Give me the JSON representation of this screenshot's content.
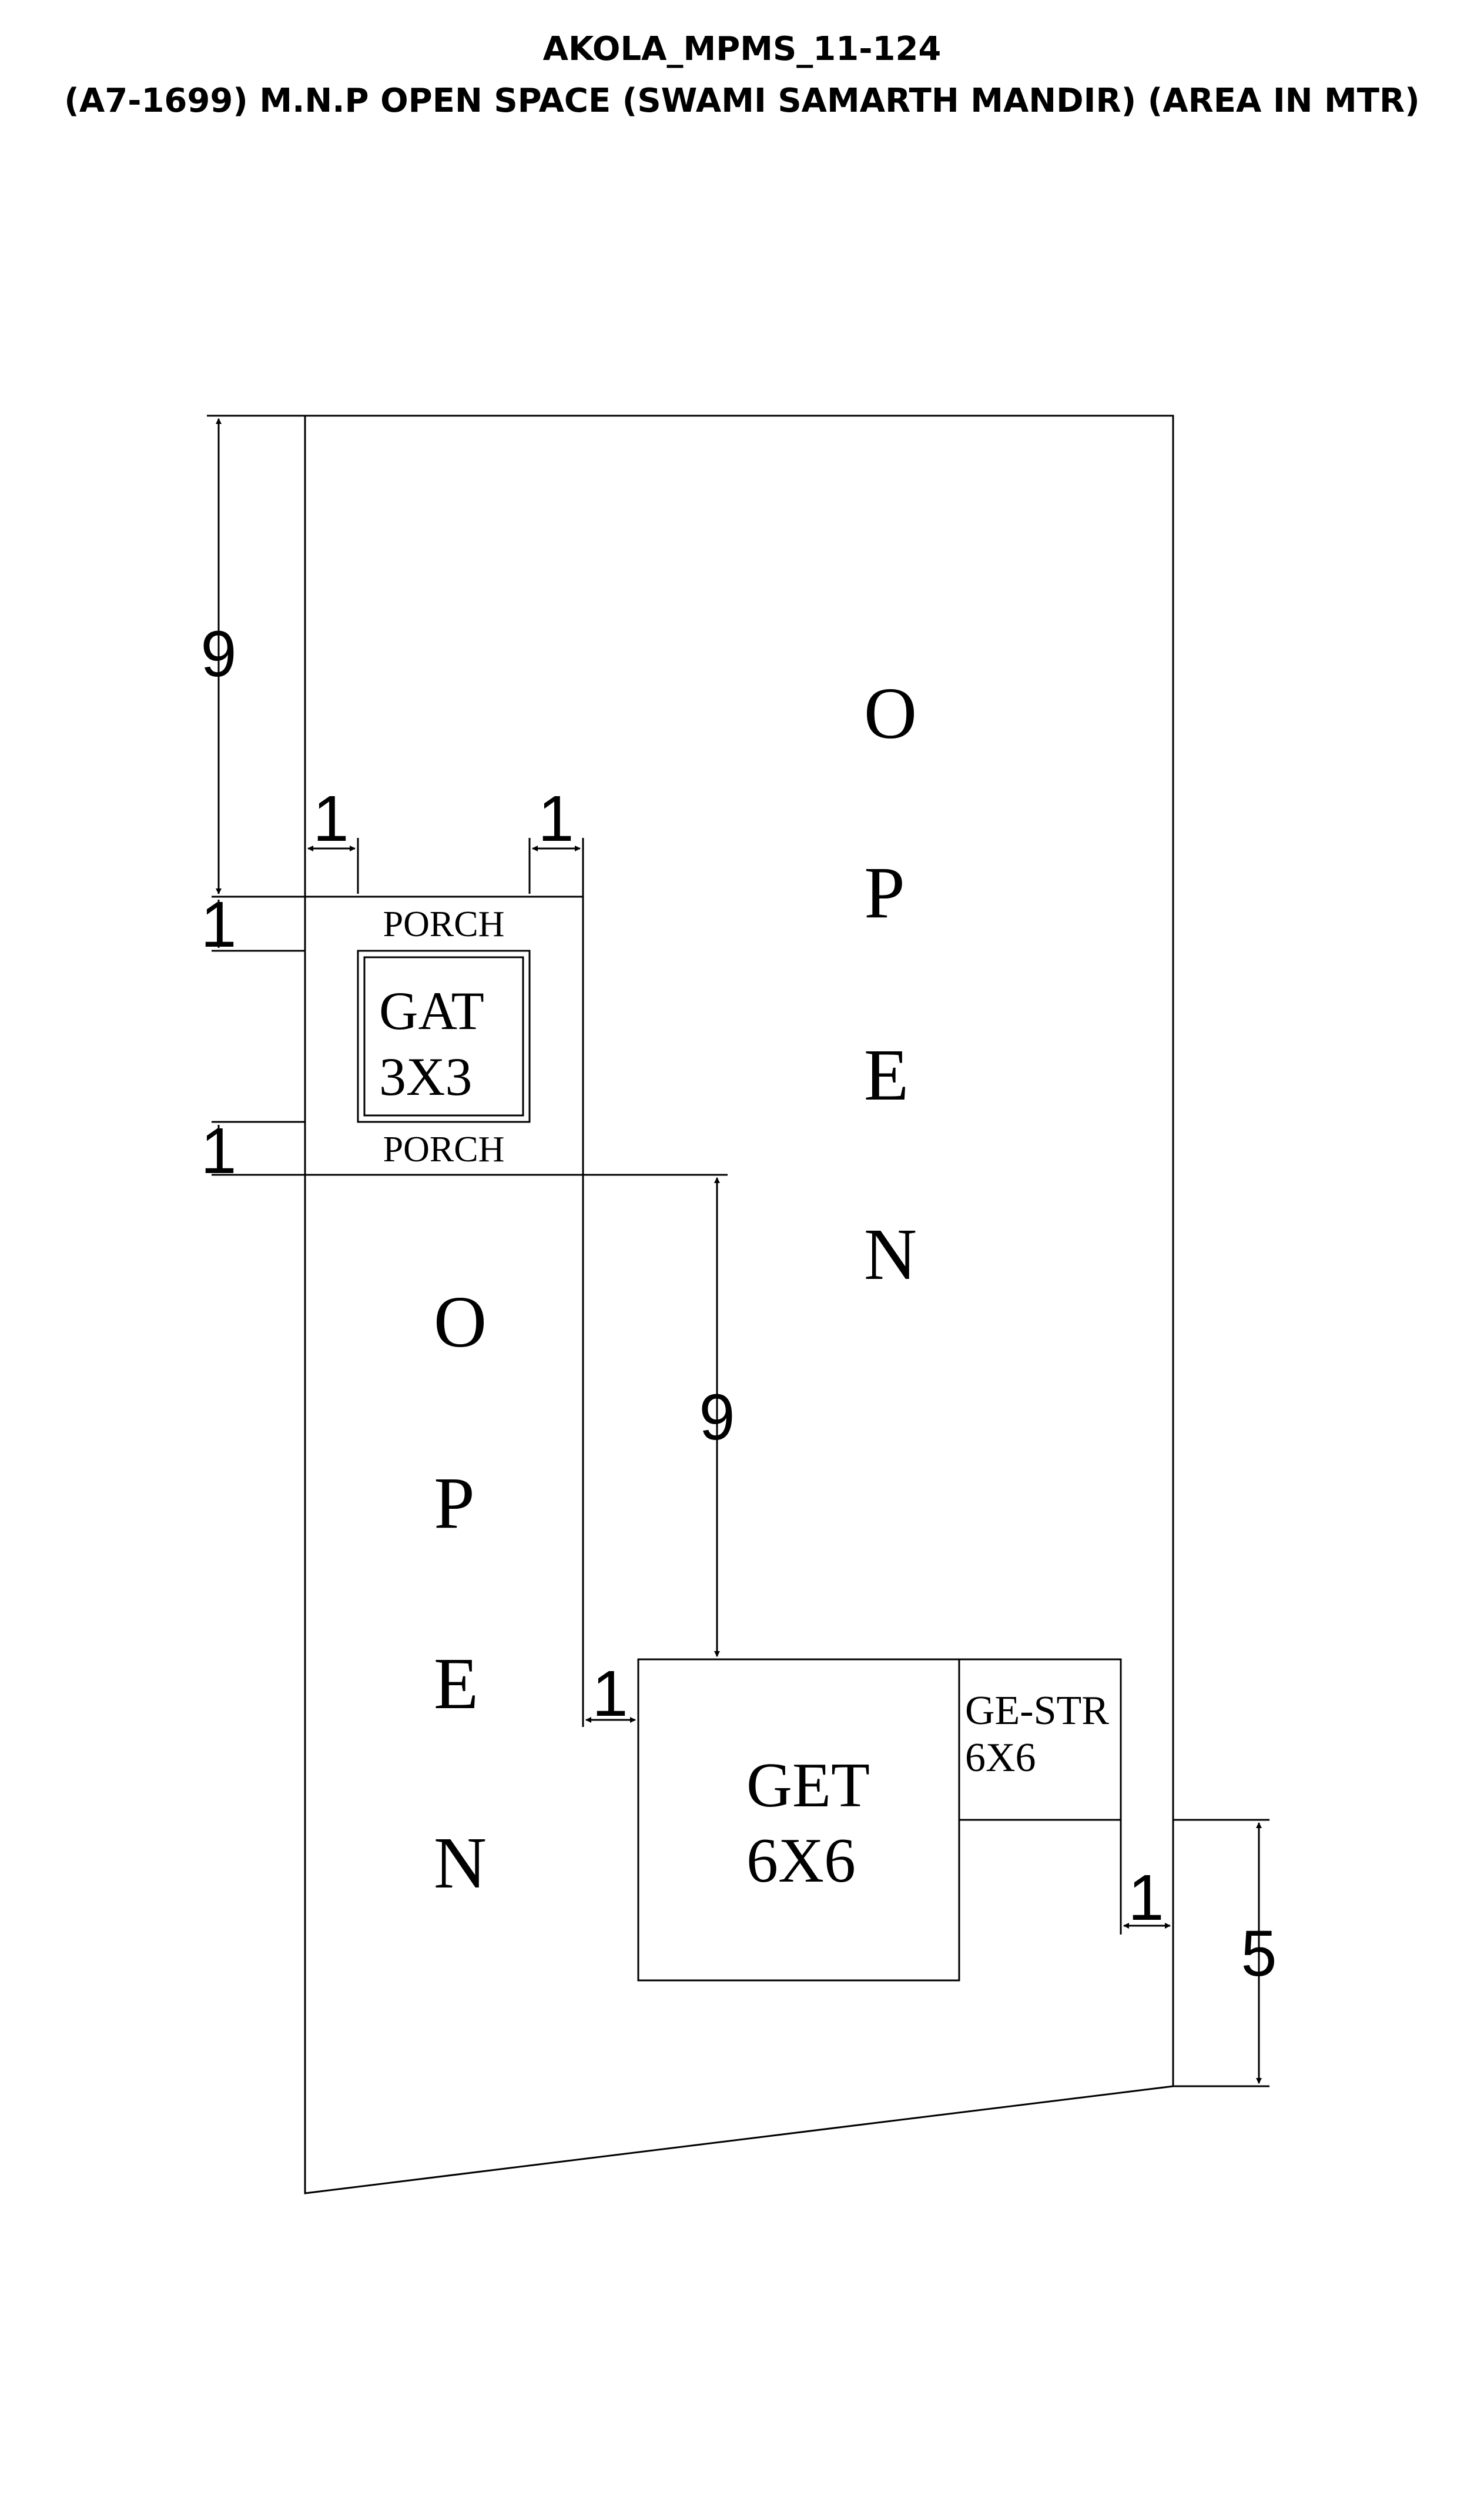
{
  "title": {
    "line1": "AKOLA_MPMS_11-124",
    "line2": "(A7-1699) M.N.P OPEN SPACE (SWAMI SAMARTH MANDIR) (AREA IN MTR)"
  },
  "rooms": {
    "gat": {
      "name": "GAT",
      "size": "3X3"
    },
    "porch_top": "PORCH",
    "porch_bottom": "PORCH",
    "get": {
      "name": "GET",
      "size": "6X6"
    },
    "ge_str": {
      "name": "GE-STR",
      "size": "6X6"
    }
  },
  "open_right": [
    "O",
    "P",
    "E",
    "N"
  ],
  "open_left": [
    "O",
    "P",
    "E",
    "N"
  ],
  "dimensions": {
    "left_top": "9",
    "offset_left": "1",
    "offset_right": "1",
    "porch_top": "1",
    "porch_bottom": "1",
    "middle_vertical": "9",
    "get_offset": "1",
    "ge_str_offset": "1",
    "right_vertical": "5"
  }
}
